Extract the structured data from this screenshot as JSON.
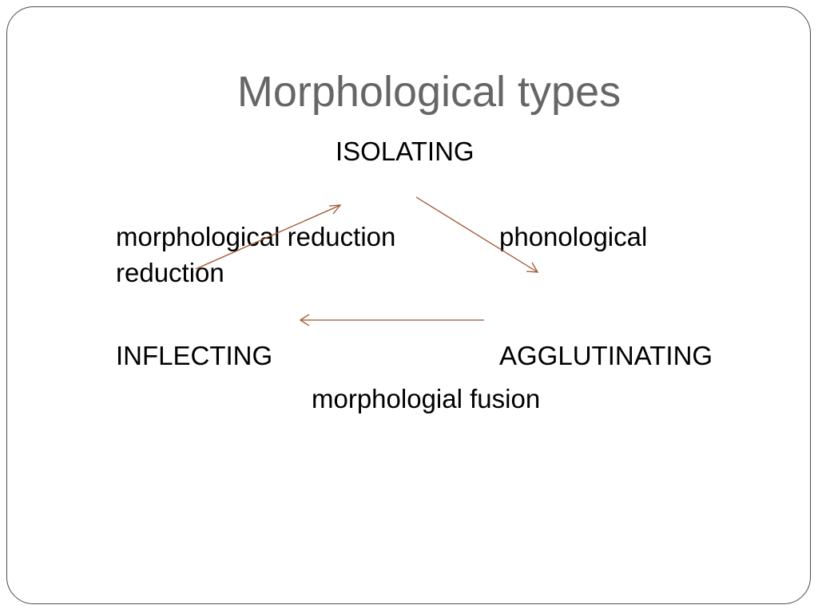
{
  "slide": {
    "title": "Morphological types",
    "nodes": {
      "isolating": "ISOLATING",
      "inflecting": "INFLECTING",
      "agglutinating": "AGGLUTINATING"
    },
    "edges": {
      "morphological_reduction": "morphological reduction",
      "phonological_reduction_line1": "phonological",
      "phonological_reduction_line2": "reduction",
      "morphological_fusion": "morphologial fusion"
    },
    "colors": {
      "title": "#666666",
      "text": "#000000",
      "arrow": "#a0522d",
      "border": "#4a4a4a"
    }
  }
}
